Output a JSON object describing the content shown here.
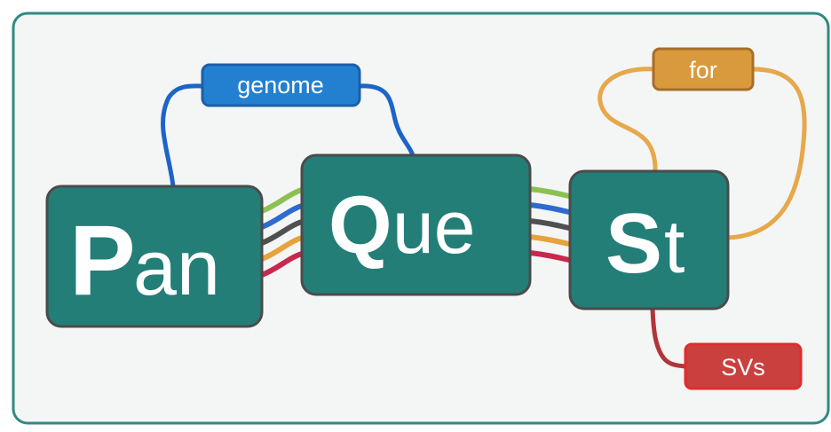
{
  "logo": {
    "boxes": {
      "pan": {
        "initial": "P",
        "rest": "an"
      },
      "que": {
        "initial": "Q",
        "rest": "ue"
      },
      "st": {
        "initial": "S",
        "rest": "t"
      }
    },
    "tags": {
      "genome": "genome",
      "for": "for",
      "svs": "SVs"
    }
  },
  "colors": {
    "frame_border": "#2f8a82",
    "frame_bg": "#f4f5f5",
    "box_fill": "#237e78",
    "box_border": "#4b4b4b",
    "box_text": "#ffffff",
    "genome_tag": "#2380d0",
    "genome_line": "#1c64c8",
    "for_tag": "#d99a3e",
    "for_line": "#e6a84a",
    "svs_tag": "#c9403f",
    "svs_line": "#b0363a",
    "strands": [
      "#8cc152",
      "#2f6ad0",
      "#505050",
      "#e6a23c",
      "#c9284d"
    ]
  },
  "icons": [
    "genome-connector-line",
    "for-connector-line",
    "svs-connector-line",
    "strand-bundle"
  ]
}
